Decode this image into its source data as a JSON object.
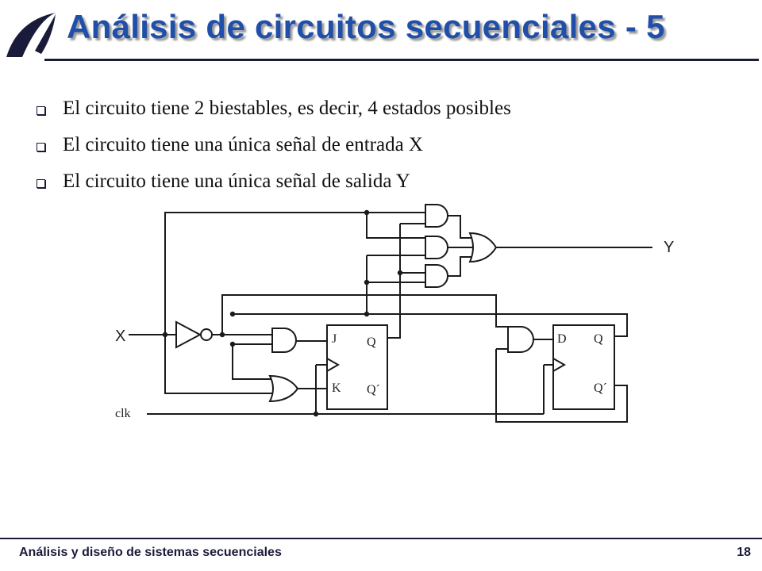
{
  "slide": {
    "title": "Análisis de circuitos secuenciales - 5",
    "bullets": [
      "El circuito tiene 2 biestables, es decir, 4 estados posibles",
      "El circuito tiene una única señal de entrada X",
      "El circuito tiene una única señal de salida Y"
    ]
  },
  "circuit": {
    "input_label": "X",
    "clock_label": "clk",
    "output_label": "Y",
    "ff1": {
      "j": "J",
      "k": "K",
      "q": "Q",
      "qn": "Q´"
    },
    "ff2": {
      "d": "D",
      "q": "Q",
      "qn": "Q´"
    }
  },
  "footer": {
    "course": "Análisis y diseño de sistemas secuenciales",
    "page": "18"
  },
  "colors": {
    "title": "#1f4fa8",
    "rule": "#1a1a3a"
  },
  "icons": [
    "logo-swoosh-icon",
    "bullet-square-icon"
  ]
}
